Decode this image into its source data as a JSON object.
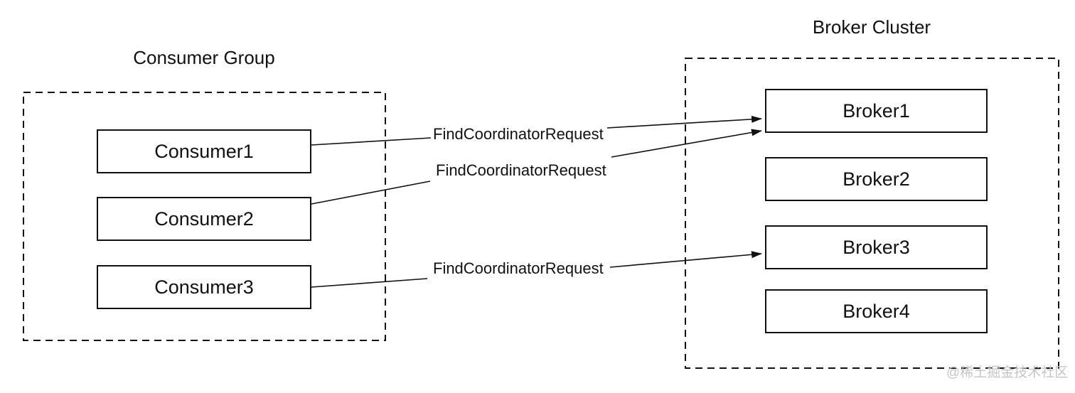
{
  "diagram": {
    "background": "#ffffff",
    "line_color": "#111111",
    "consumer_group": {
      "title": "Consumer Group",
      "nodes": [
        {
          "label": "Consumer1"
        },
        {
          "label": "Consumer2"
        },
        {
          "label": "Consumer3"
        }
      ]
    },
    "broker_cluster": {
      "title": "Broker Cluster",
      "nodes": [
        {
          "label": "Broker1"
        },
        {
          "label": "Broker2"
        },
        {
          "label": "Broker3"
        },
        {
          "label": "Broker4"
        }
      ]
    },
    "edges": [
      {
        "from": "Consumer1",
        "to": "Broker1",
        "label": "FindCoordinatorRequest"
      },
      {
        "from": "Consumer2",
        "to": "Broker1",
        "label": "FindCoordinatorRequest"
      },
      {
        "from": "Consumer3",
        "to": "Broker3",
        "label": "FindCoordinatorRequest"
      }
    ],
    "watermark": "@稀土掘金技术社区"
  }
}
